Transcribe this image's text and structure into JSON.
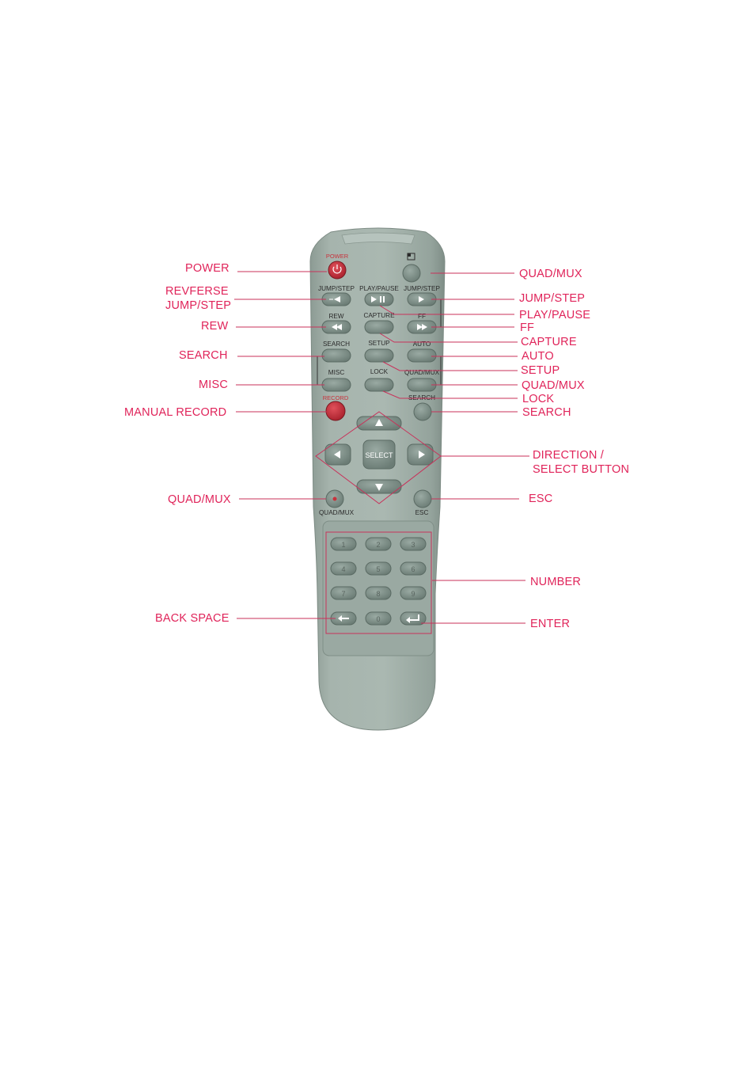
{
  "callouts_left": {
    "power": "POWER",
    "reverse_jump_step": "REVFERSE\nJUMP/STEP",
    "rew": "REW",
    "search": "SEARCH",
    "misc": "MISC",
    "manual_record": "MANUAL RECORD",
    "quad_mux": "QUAD/MUX",
    "back_space": "BACK SPACE"
  },
  "callouts_right": {
    "quad_mux_top": "QUAD/MUX",
    "jump_step": "JUMP/STEP",
    "play_pause": "PLAY/PAUSE",
    "ff": "FF",
    "capture": "CAPTURE",
    "auto": "AUTO",
    "setup": "SETUP",
    "quad_mux_mid": "QUAD/MUX",
    "lock": "LOCK",
    "search": "SEARCH",
    "direction_select": "DIRECTION /\nSELECT BUTTON",
    "esc": "ESC",
    "number": "NUMBER",
    "enter": "ENTER"
  },
  "remote_labels": {
    "power": "POWER",
    "jump_step_left": "JUMP/STEP",
    "play_pause": "PLAY/PAUSE",
    "jump_step_right": "JUMP/STEP",
    "rew": "REW",
    "capture": "CAPTURE",
    "ff": "FF",
    "search_left": "SEARCH",
    "setup": "SETUP",
    "auto": "AUTO",
    "misc": "MISC",
    "lock": "LOCK",
    "quad_mux_right": "QUAD/MUX",
    "record": "RECORD",
    "search_right": "SEARCH",
    "select": "SELECT",
    "quad_mux_bottom": "QUAD/MUX",
    "esc": "ESC"
  },
  "keypad": [
    "1",
    "2",
    "3",
    "4",
    "5",
    "6",
    "7",
    "8",
    "9",
    "0"
  ],
  "colors": {
    "callout_text": "#e0245a",
    "leader_line": "#c8325a",
    "remote_body": "#a3b2ab",
    "button": "#7f918a",
    "power_button": "#c8323c"
  }
}
